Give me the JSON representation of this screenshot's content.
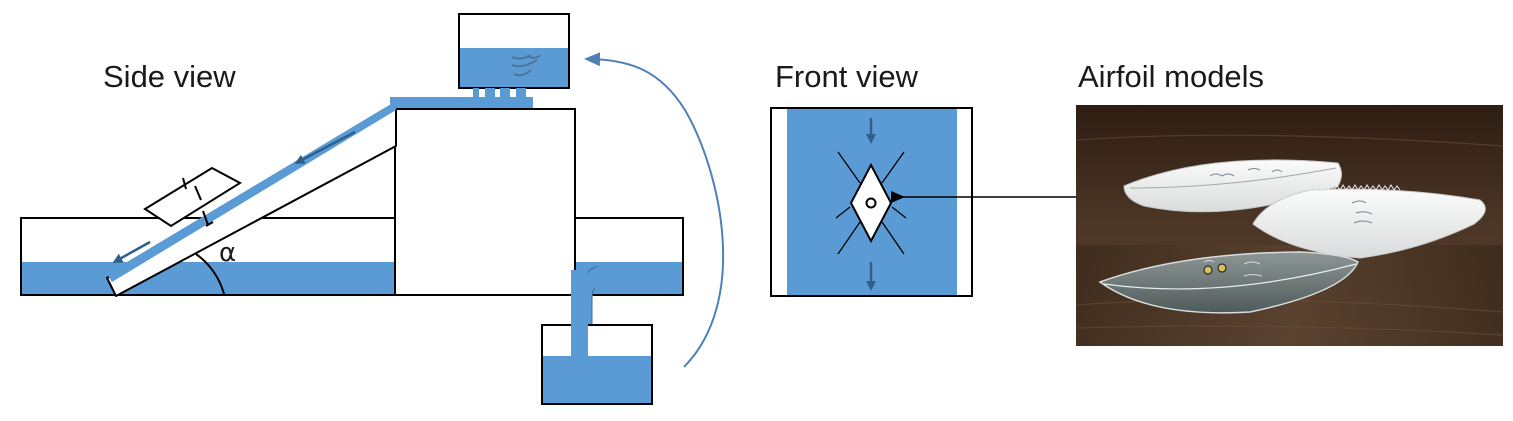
{
  "labels": {
    "side_view": "Side view",
    "front_view": "Front view",
    "airfoil_models": "Airfoil models",
    "angle_symbol": "α"
  },
  "colors": {
    "water": "#5b9bd5",
    "water_dark": "#4a8bc4",
    "outline": "#000000",
    "arrow": "#2f5f8a",
    "return_line": "#5b8fc7"
  },
  "icons": {
    "angle": "alpha-angle-arc",
    "flow": "arrow-icon",
    "return": "curved-return-arrow-icon"
  }
}
